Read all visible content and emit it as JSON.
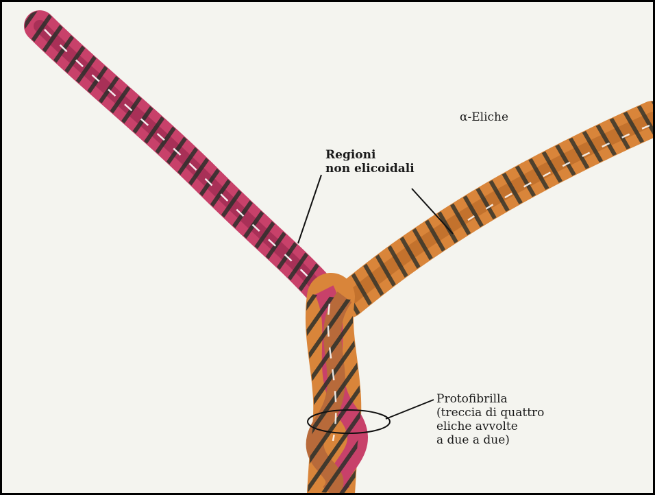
{
  "labels": {
    "alpha_helices": "α-Eliche",
    "non_helical_regions": [
      "Regioni",
      "non elicoidali"
    ],
    "protofibril": [
      "Protofibrilla",
      "(treccia di quattro",
      "eliche avvolte",
      "a due a due)"
    ]
  },
  "colors": {
    "background": "#f4f4ef",
    "left_strand": "#c8416a",
    "left_strand_dark": "#8e2247",
    "right_strand": "#d9853a",
    "right_strand_dark": "#a85a1e",
    "stripe": "#2c2f2a",
    "border": "#000000"
  }
}
